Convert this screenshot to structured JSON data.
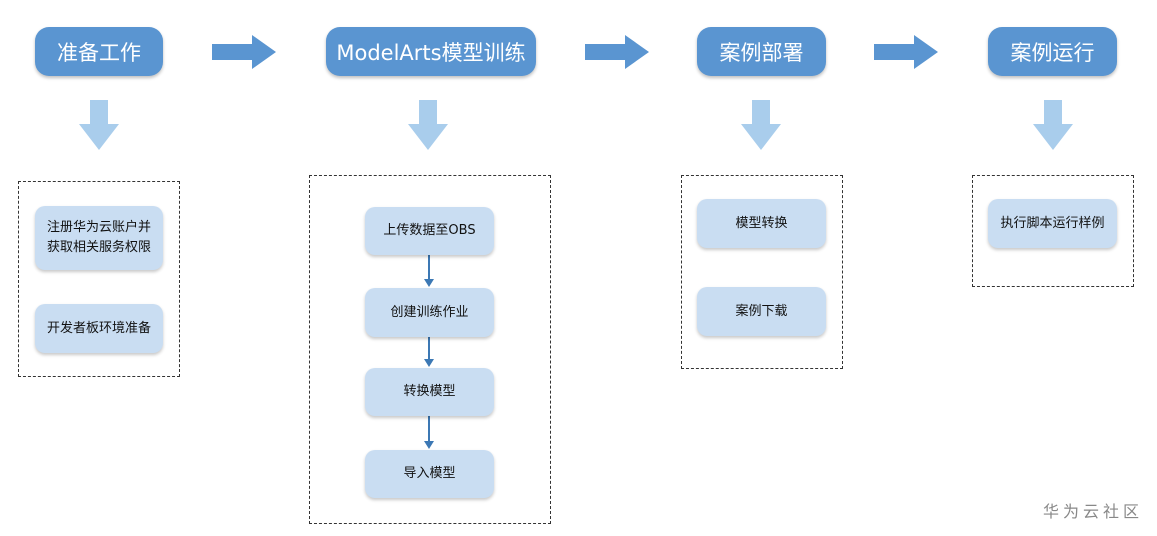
{
  "headers": [
    "准备工作",
    "ModelArts模型训练",
    "案例部署",
    "案例运行"
  ],
  "col1_steps": [
    "注册华为云账户并\n获取相关服务权限",
    "开发者板环境准备"
  ],
  "col2_steps": [
    "上传数据至OBS",
    "创建训练作业",
    "转换模型",
    "导入模型"
  ],
  "col3_steps": [
    "模型转换",
    "案例下载"
  ],
  "col4_steps": [
    "执行脚本运行样例"
  ],
  "watermark": "华为云社区",
  "colors": {
    "header": "#5a95d1",
    "step": "#c9ddf2",
    "big_arrow": "#5a95d1",
    "down_arrow": "#a9cdec",
    "connector": "#3c78b4"
  }
}
